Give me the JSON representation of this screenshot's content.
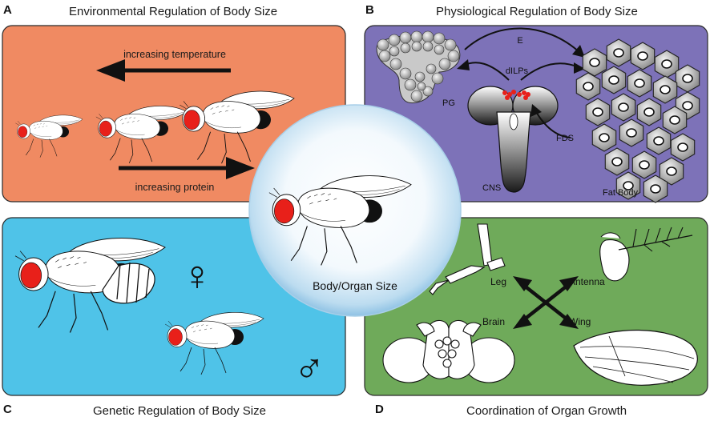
{
  "panels": {
    "A": {
      "letter": "A",
      "title": "Environmental Regulation of Body Size",
      "color": "#f08a62",
      "label_temperature": "increasing temperature",
      "label_protein": "increasing protein"
    },
    "B": {
      "letter": "B",
      "title": "Physiological Regulation of Body Size",
      "color": "#7d72b8",
      "label_e": "E",
      "label_dilps": "dILPs",
      "label_pg": "PG",
      "label_fds": "FDS",
      "label_cns": "CNS",
      "label_fat_body": "Fat Body"
    },
    "C": {
      "letter": "C",
      "title": "Genetic Regulation of Body Size",
      "color": "#4fc3e8",
      "female_symbol": "♀",
      "male_symbol": "♂"
    },
    "D": {
      "letter": "D",
      "title": "Coordination of Organ Growth",
      "color": "#6faa5a",
      "label_leg": "Leg",
      "label_antenna": "Antenna",
      "label_brain": "Brain",
      "label_wing": "Wing"
    }
  },
  "center": {
    "label": "Body/Organ Size"
  },
  "colors": {
    "eye": "#e8201a",
    "outline": "#111111",
    "body_fill": "#ffffff"
  }
}
